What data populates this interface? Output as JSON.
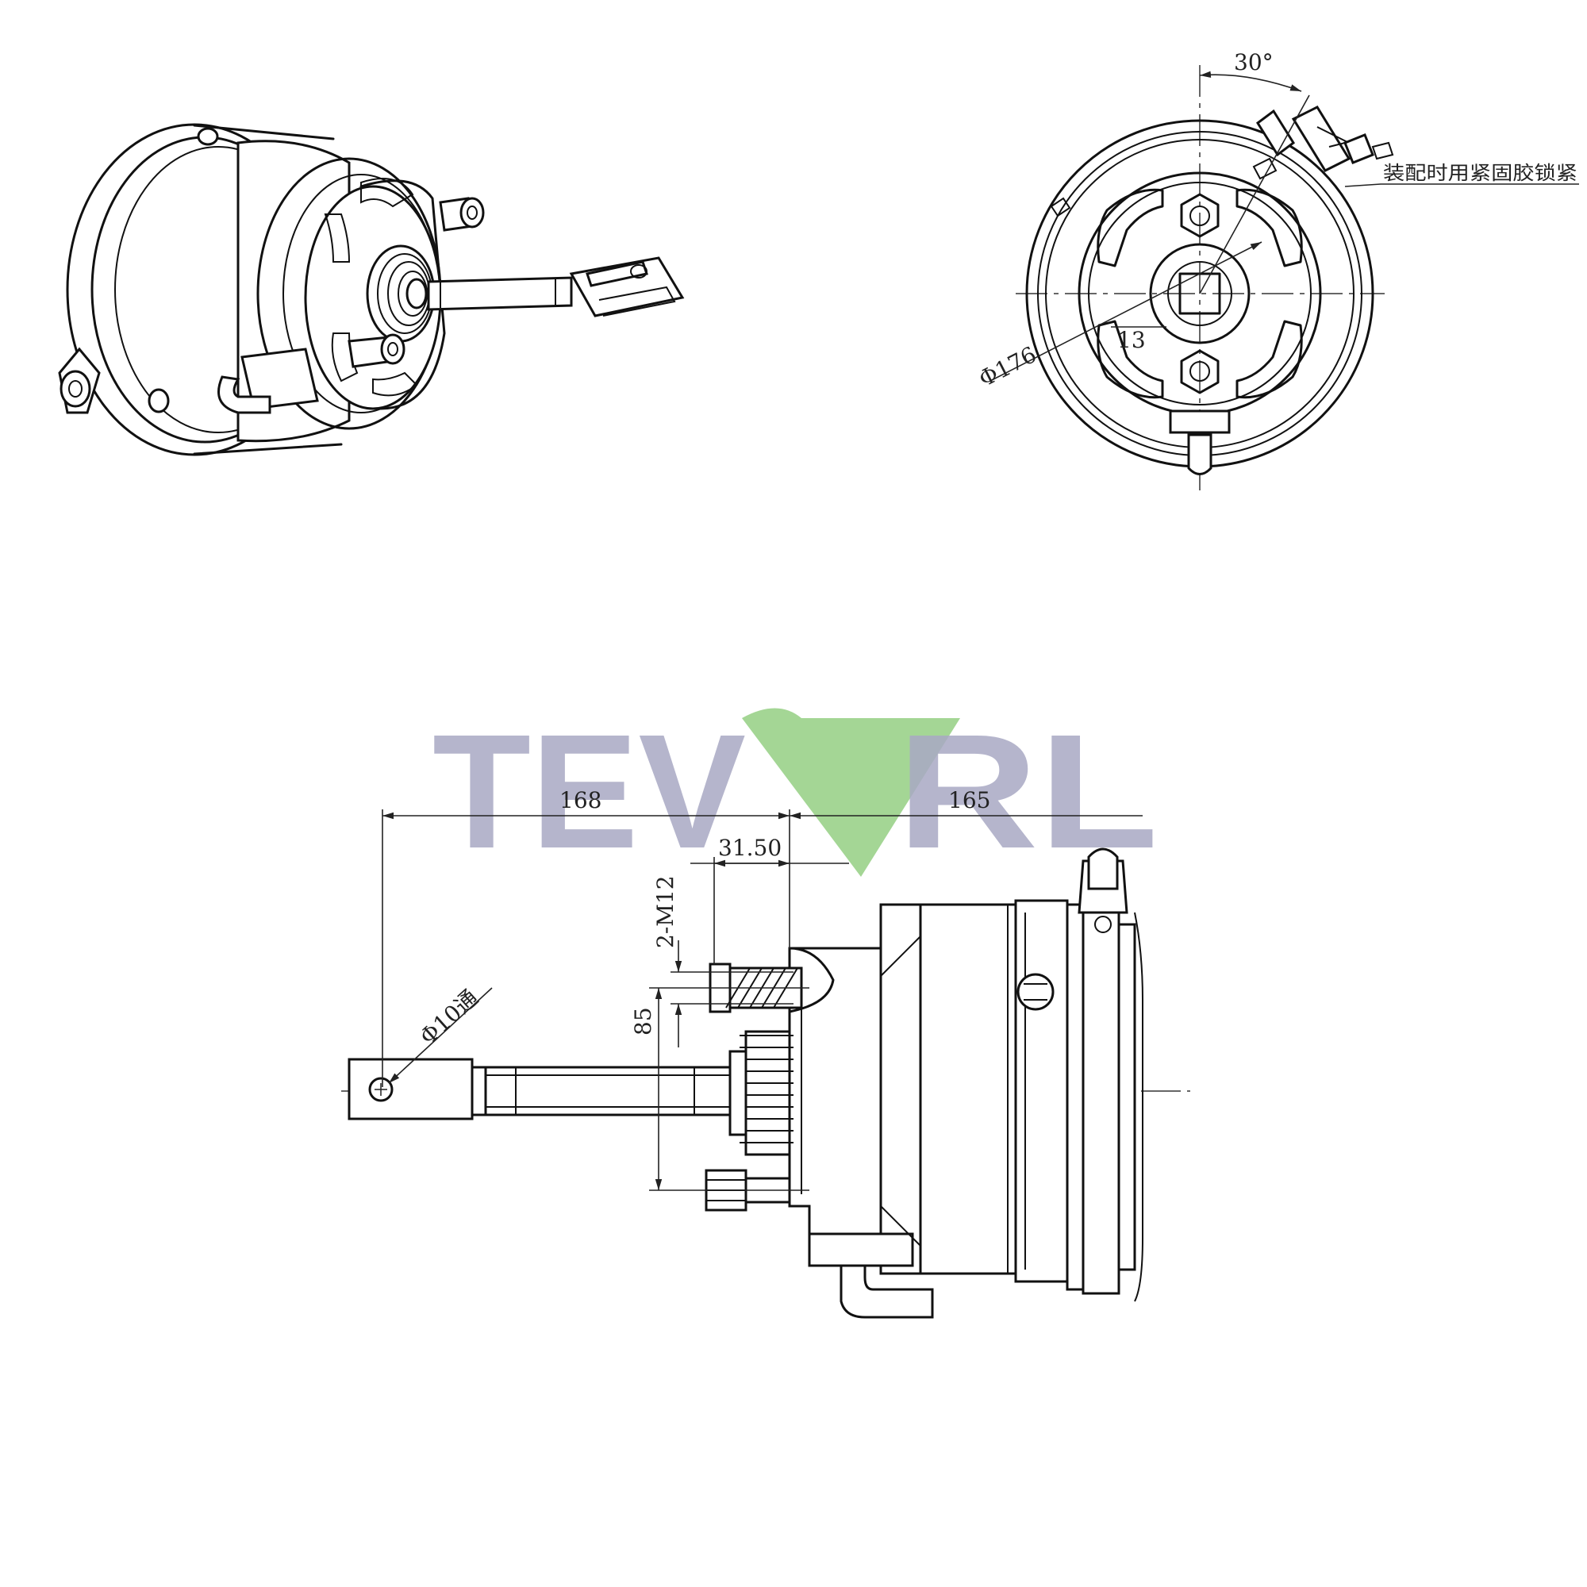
{
  "watermark": {
    "left_text": "TEV",
    "right_text": "RL",
    "logo_color": "#9ad28a",
    "text_color": "#a9a9c4"
  },
  "dimensions": {
    "angle": "30°",
    "diameter_176": "Φ176",
    "width_13": "13",
    "length_168": "168",
    "length_165": "165",
    "offset_31_50": "31.50",
    "thread": "2-M12",
    "spacing_85": "85",
    "hole": "Φ10通"
  },
  "notes": {
    "assembly_note": "装配时用紧固胶锁紧"
  }
}
